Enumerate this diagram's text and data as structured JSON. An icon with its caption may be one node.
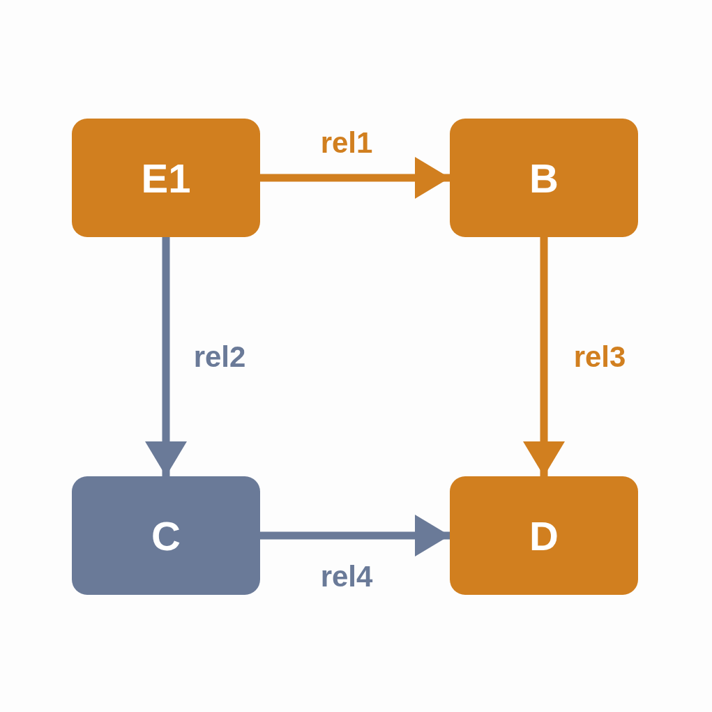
{
  "diagram": {
    "nodes": [
      {
        "text": [
          "E1"
        ]
      },
      {
        "text": [
          "B"
        ]
      },
      {
        "text": [
          "C"
        ]
      },
      {
        "text": [
          "D"
        ]
      }
    ],
    "edges": [
      {
        "from": 0,
        "to": 1,
        "arrow": "to",
        "label": "rel1",
        "color": "#d17f1f"
      },
      {
        "from": 0,
        "to": 2,
        "arrow": "to",
        "label": "rel2",
        "color": "#6a7a98"
      },
      {
        "from": 1,
        "to": 3,
        "arrow": "to",
        "label": "rel3",
        "color": "#d17f1f"
      },
      {
        "from": 2,
        "to": 3,
        "arrow": "to",
        "label": "rel4",
        "color": "#6a7a98"
      }
    ]
  }
}
